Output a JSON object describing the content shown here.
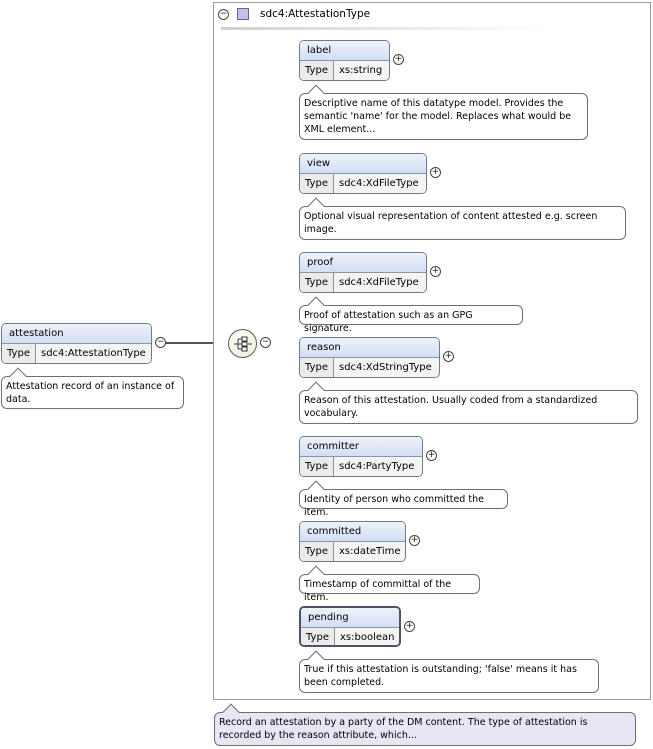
{
  "type_label": "Type",
  "root": {
    "name": "attestation",
    "type": "sdc4:AttestationType",
    "doc": "Attestation record of an instance of data."
  },
  "complex_type": {
    "name": "sdc4:AttestationType",
    "doc": "Record an attestation by a party of the DM content. The type of attestation is recorded by the reason attribute, which..."
  },
  "elements": [
    {
      "name": "label",
      "type": "xs:string",
      "doc": "Descriptive name of this datatype model. Provides the semantic 'name' for the model. Replaces what would be XML element..."
    },
    {
      "name": "view",
      "type": "sdc4:XdFileType",
      "doc": "Optional visual representation of content attested e.g. screen image."
    },
    {
      "name": "proof",
      "type": "sdc4:XdFileType",
      "doc": "Proof of attestation such as an GPG signature."
    },
    {
      "name": "reason",
      "type": "sdc4:XdStringType",
      "doc": "Reason of this attestation. Usually coded from a standardized vocabulary."
    },
    {
      "name": "committer",
      "type": "sdc4:PartyType",
      "doc": "Identity of person who committed the item."
    },
    {
      "name": "committed",
      "type": "xs:dateTime",
      "doc": "Timestamp of committal of the item."
    },
    {
      "name": "pending",
      "type": "xs:boolean",
      "doc": "True if this attestation is outstanding; 'false' means it has been completed."
    }
  ],
  "toggles": {
    "expand": "+",
    "collapse": "−"
  }
}
